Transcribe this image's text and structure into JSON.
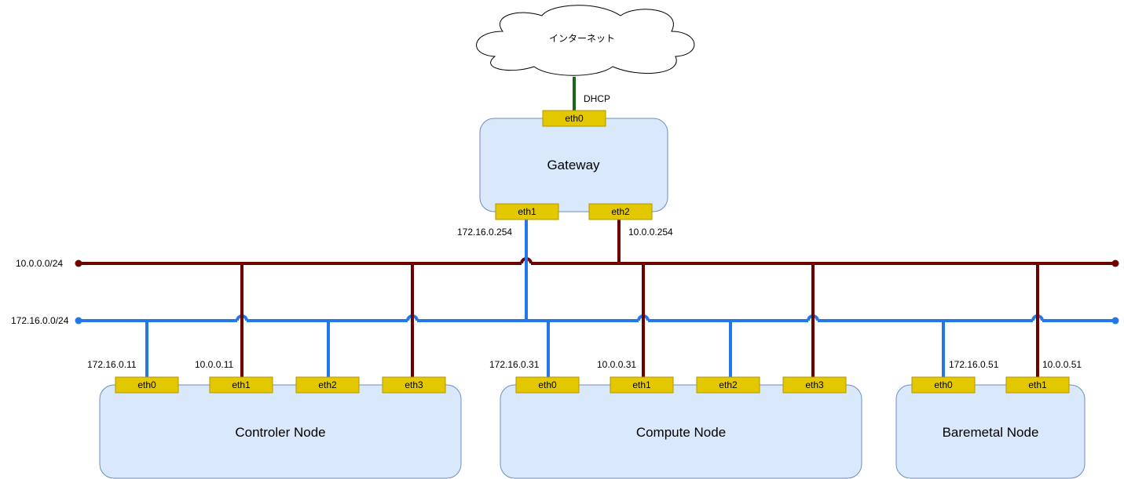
{
  "internet": {
    "label": "インターネット",
    "link_label": "DHCP"
  },
  "networks": {
    "mgmt": {
      "label": "10.0.0.0/24",
      "color": "#6f0000"
    },
    "svc": {
      "label": "172.16.0.0/24",
      "color": "#2477e8"
    }
  },
  "uplink_color": "#1a661a",
  "nic_color": "#e3c800",
  "node_fill": "#dae8fc",
  "node_stroke": "#6c8ebf",
  "gateway": {
    "title": "Gateway",
    "nics": [
      "eth0",
      "eth1",
      "eth2"
    ],
    "ip_eth1": "172.16.0.254",
    "ip_eth2": "10.0.0.254"
  },
  "controller": {
    "title": "Controler Node",
    "nics": [
      "eth0",
      "eth1",
      "eth2",
      "eth3"
    ],
    "ip_eth0": "172.16.0.11",
    "ip_eth1": "10.0.0.11"
  },
  "compute": {
    "title": "Compute Node",
    "nics": [
      "eth0",
      "eth1",
      "eth2",
      "eth3"
    ],
    "ip_eth0": "172.16.0.31",
    "ip_eth1": "10.0.0.31"
  },
  "baremetal": {
    "title": "Baremetal Node",
    "nics": [
      "eth0",
      "eth1"
    ],
    "ip_eth0": "172.16.0.51",
    "ip_eth1": "10.0.0.51"
  }
}
